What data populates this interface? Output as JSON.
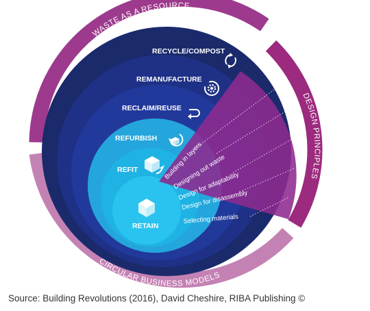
{
  "arcs": {
    "waste": "WASTE AS A RESOURCE",
    "design": "DESIGN PRINCIPLES",
    "business": "CIRCULAR BUSINESS MODELS"
  },
  "levels": {
    "recycle": "RECYCLE/COMPOST",
    "remanufacture": "REMANUFACTURE",
    "reclaim": "RECLAIM/REUSE",
    "refurbish": "REFURBISH",
    "refit": "REFIT",
    "retain": "RETAIN"
  },
  "principles": [
    "Building in layers",
    "Designing out waste",
    "Design for adaptability",
    "Design for disassembly",
    "Selecting materials"
  ],
  "icons": [
    "cycle-arrows-icon",
    "gear-cycle-icon",
    "return-arrow-icon",
    "refresh-box-icon",
    "box-arrow-icon",
    "cube-icon"
  ],
  "colors": {
    "navy": "#1b2a6b",
    "blue": "#223a96",
    "cyan": "#1fb3e3",
    "purple": "#8e2a8f",
    "magenta_arc": "#9d3a8e",
    "pink_arc": "#c482b4"
  },
  "caption": "Source: Building Revolutions (2016), David Cheshire, RIBA Publishing ©"
}
